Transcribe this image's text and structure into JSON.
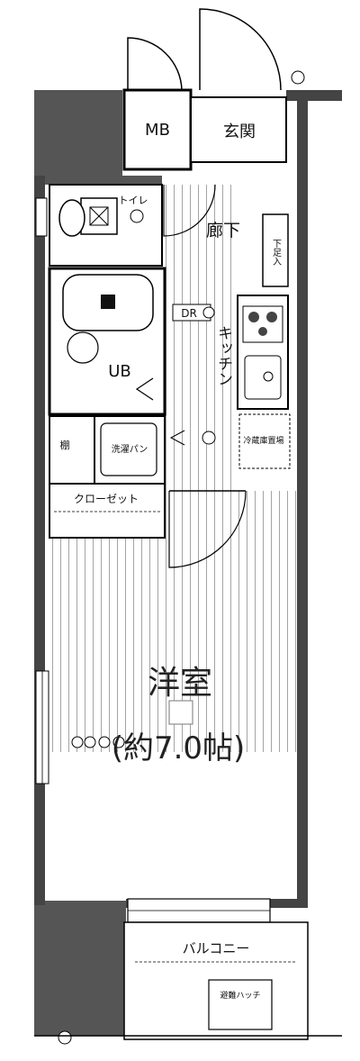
{
  "floorplan": {
    "rooms": {
      "mb": "MB",
      "entrance": "玄関",
      "toilet": "トイレ",
      "hallway": "廊下",
      "shoe_box": "下足入",
      "dr": "DR",
      "kitchen": "キッチン",
      "unit_bath": "UB",
      "shelf": "棚",
      "washer_pan": "洗濯パン",
      "fridge_space": "冷蔵庫置場",
      "closet": "クローゼット",
      "western_room": "洋室",
      "area": "(約7.0帖)",
      "balcony": "バルコニー",
      "escape_hatch": "避難ハッチ"
    }
  }
}
